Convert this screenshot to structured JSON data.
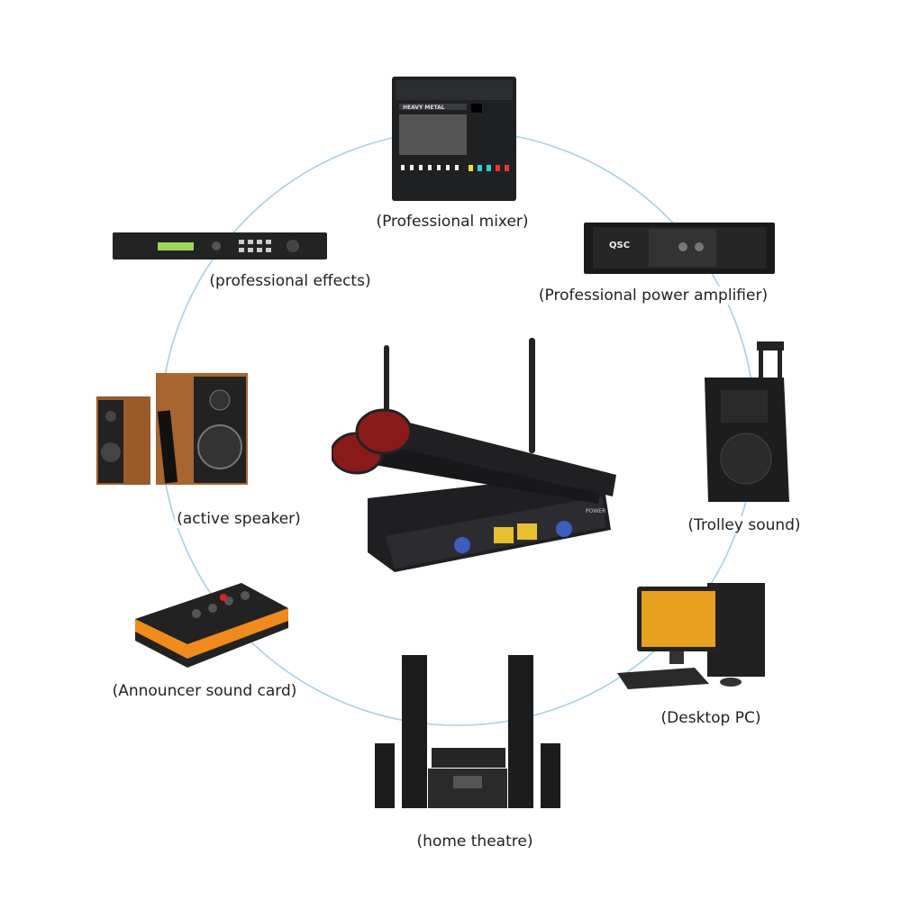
{
  "colors": {
    "ring": "#a9cfe4",
    "device": "#1c1c1e",
    "mic_head": "#8a1a1a",
    "wood": "#9a5a2a",
    "orange": "#f08a1c"
  },
  "center_product": {
    "icon": "wireless-microphone-system-icon",
    "logo_text": "POWER"
  },
  "devices": [
    {
      "id": "mixer",
      "label": "(Professional mixer)",
      "icon": "mixer-icon",
      "logo_text": "HEAVY METAL"
    },
    {
      "id": "amplifier",
      "label": "(Professional power amplifier)",
      "icon": "power-amplifier-icon",
      "logo_text": "QSC"
    },
    {
      "id": "trolley",
      "label": "(Trolley sound)",
      "icon": "trolley-speaker-icon"
    },
    {
      "id": "pc",
      "label": "(Desktop PC)",
      "icon": "desktop-pc-icon"
    },
    {
      "id": "theatre",
      "label": "(home theatre)",
      "icon": "home-theatre-icon"
    },
    {
      "id": "soundcard",
      "label": "(Announcer sound card)",
      "icon": "sound-card-icon"
    },
    {
      "id": "speaker",
      "label": "(active speaker)",
      "icon": "active-speaker-icon"
    },
    {
      "id": "effects",
      "label": "(professional effects)",
      "icon": "effects-processor-icon"
    }
  ]
}
